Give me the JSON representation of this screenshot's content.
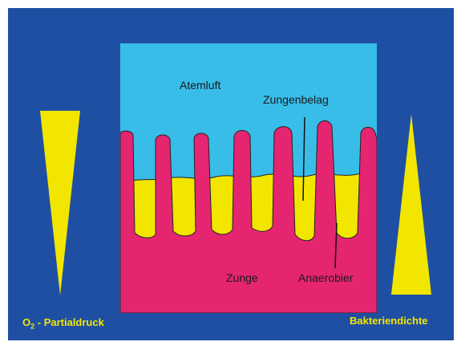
{
  "diagram": {
    "labels": {
      "air": "Atemluft",
      "coating": "Zungenbelag",
      "tongue": "Zunge",
      "anaerobes": "Anaerobier"
    },
    "left_indicator": {
      "prefix": "O",
      "subscript": "2",
      "suffix": " - Partialdruck"
    },
    "right_indicator": {
      "label": "Bakteriendichte"
    },
    "colors": {
      "background": "#1f4fa3",
      "air": "#38bde9",
      "tongue": "#e5256f",
      "coating": "#f2e600",
      "triangles": "#f2e600"
    }
  }
}
